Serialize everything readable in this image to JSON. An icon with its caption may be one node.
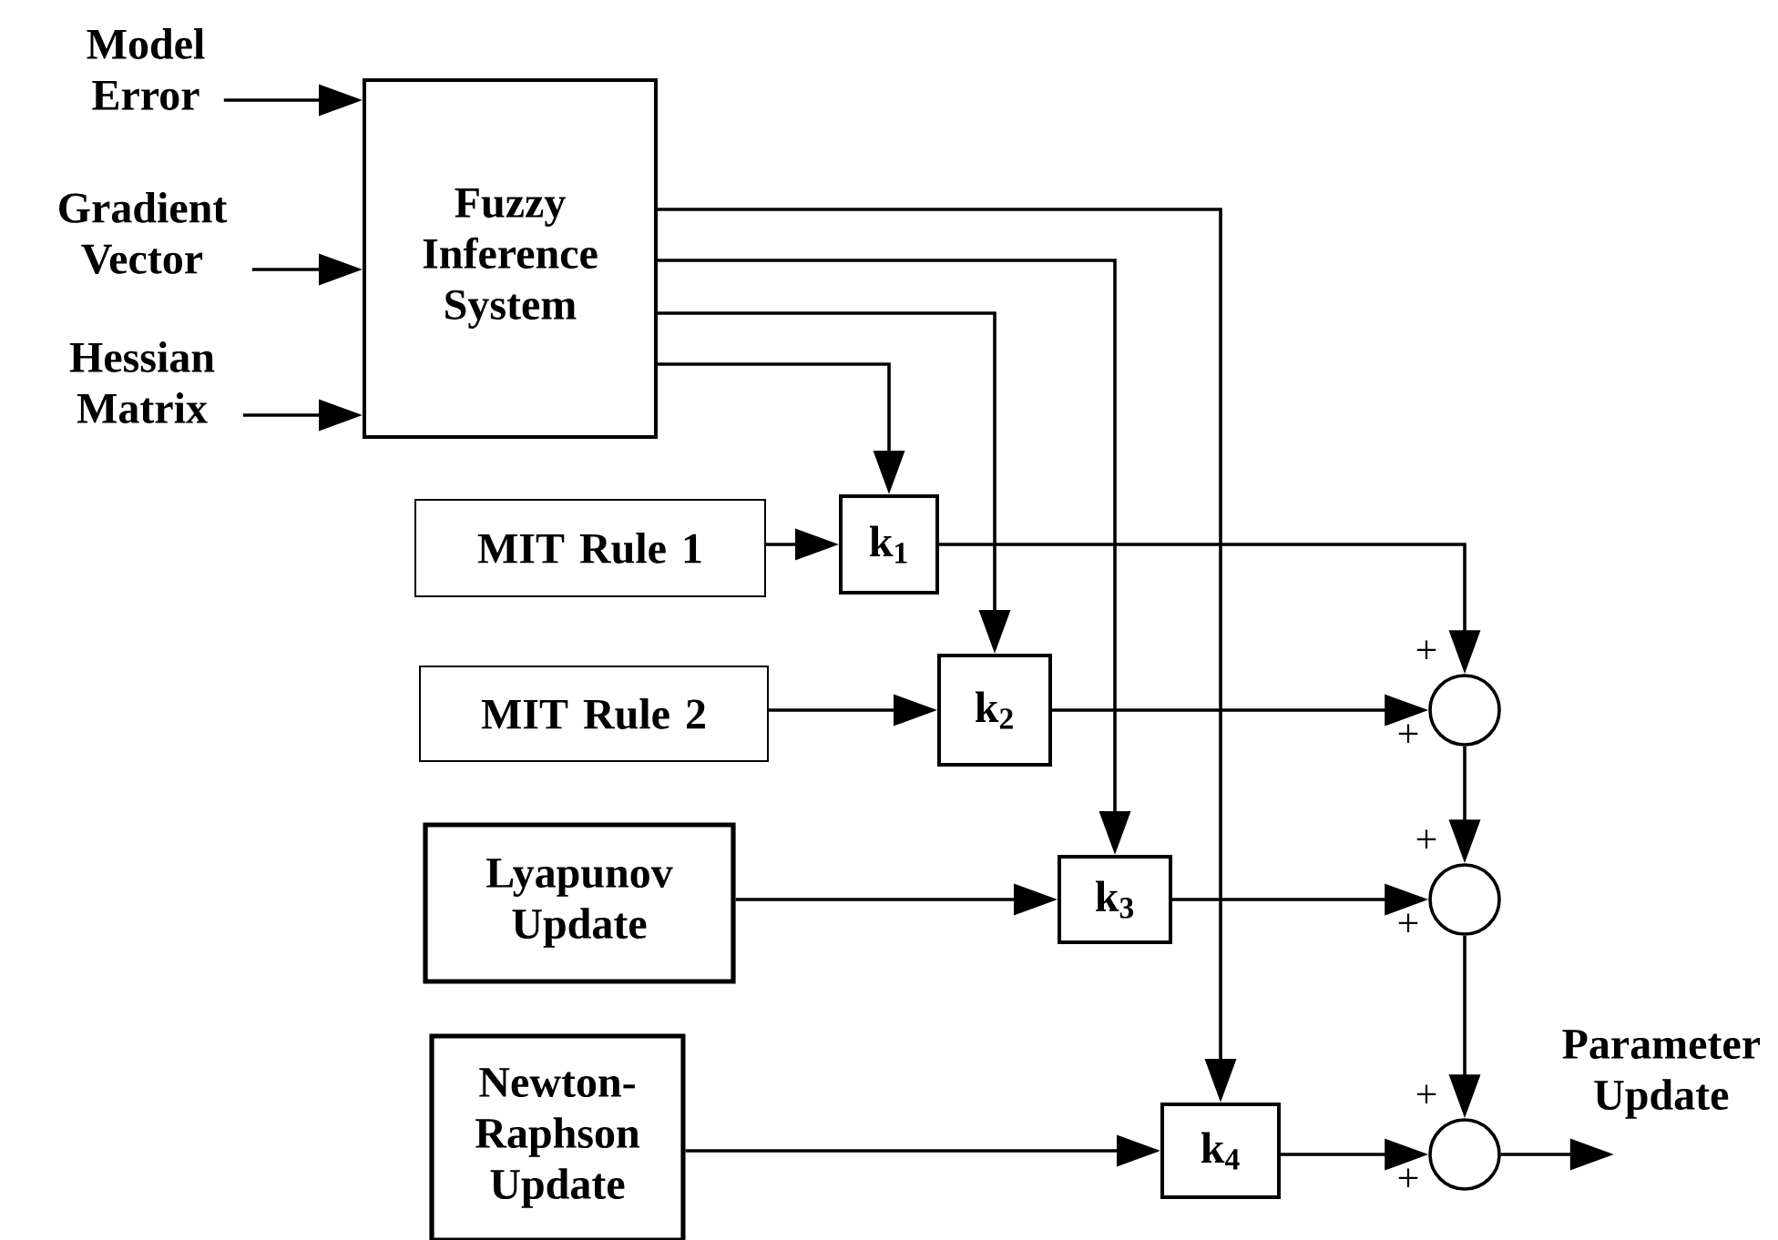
{
  "diagram": {
    "nodes": [
      {
        "text": [
          "Model Error"
        ]
      },
      {
        "text": [
          "Gradient Vector"
        ]
      },
      {
        "text": [
          "Hessian Matrix"
        ]
      },
      {
        "text": [
          "Fuzzy Inference System"
        ]
      },
      {
        "text": [
          "MIT Rule 1"
        ]
      },
      {
        "text": [
          "MIT Rule 2"
        ]
      },
      {
        "text": [
          "Lyapunov Update"
        ]
      },
      {
        "text": [
          "Newton-Raphson Update"
        ]
      },
      {
        "text": [
          "k$_{1}$"
        ]
      },
      {
        "text": [
          "k$_{2}$"
        ]
      },
      {
        "text": [
          "k$_{3}$"
        ]
      },
      {
        "text": [
          "k$_{4}$"
        ]
      },
      {
        "text": [],
        "shape": "circle",
        "beside": [
          "+",
          "+"
        ]
      },
      {
        "text": [],
        "shape": "circle",
        "beside": [
          "+",
          "+"
        ]
      },
      {
        "text": [],
        "shape": "circle",
        "beside": [
          "+",
          "+"
        ]
      }
    ],
    "edges": [
      {
        "from": 0,
        "to": 3,
        "arrow": "to"
      },
      {
        "from": 1,
        "to": 3,
        "arrow": "to"
      },
      {
        "from": 2,
        "to": 3,
        "arrow": "to"
      },
      {
        "from": 3,
        "to": 11,
        "arrow": "to"
      },
      {
        "from": 3,
        "to": 10,
        "arrow": "to"
      },
      {
        "from": 3,
        "to": 9,
        "arrow": "to"
      },
      {
        "from": 3,
        "to": 8,
        "arrow": "to"
      },
      {
        "from": 4,
        "to": 8,
        "arrow": "to"
      },
      {
        "from": 5,
        "to": 9,
        "arrow": "to"
      },
      {
        "from": 6,
        "to": 10,
        "arrow": "to"
      },
      {
        "from": 7,
        "to": 11,
        "arrow": "to"
      },
      {
        "from": 8,
        "to": 12,
        "arrow": "to"
      },
      {
        "from": 9,
        "to": 12,
        "arrow": "to"
      },
      {
        "from": 12,
        "to": 13,
        "arrow": "to"
      },
      {
        "from": 10,
        "to": 13,
        "arrow": "to"
      },
      {
        "from": 13,
        "to": 14,
        "arrow": "to"
      },
      {
        "from": 11,
        "to": 14,
        "arrow": "to"
      },
      {
        "from": 14,
        "to": null,
        "arrow": "to",
        "label": "Parameter Update"
      }
    ]
  }
}
